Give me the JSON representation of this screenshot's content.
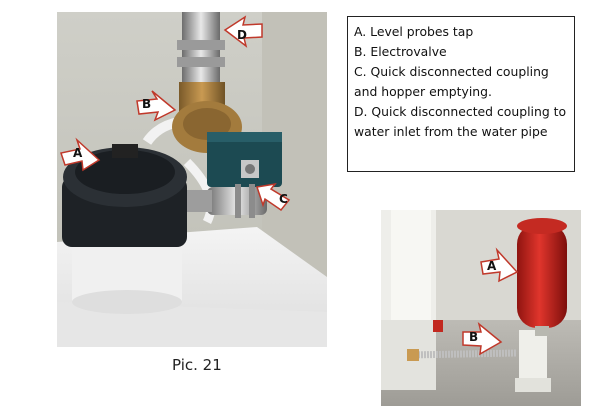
{
  "legend": {
    "items": [
      {
        "text": "A. Level probes tap"
      },
      {
        "text": "B. Electrovalve"
      },
      {
        "text": "C. Quick disconnected coupling and hopper emptying."
      },
      {
        "text": "D. Quick disconnected coupling to water inlet from the water pipe"
      }
    ]
  },
  "caption": "Pic. 21",
  "photo1": {
    "labels": {
      "a": "A",
      "b": "B",
      "c": "C",
      "d": "D"
    }
  },
  "photo2": {
    "labels": {
      "a": "A",
      "b": "B"
    }
  }
}
